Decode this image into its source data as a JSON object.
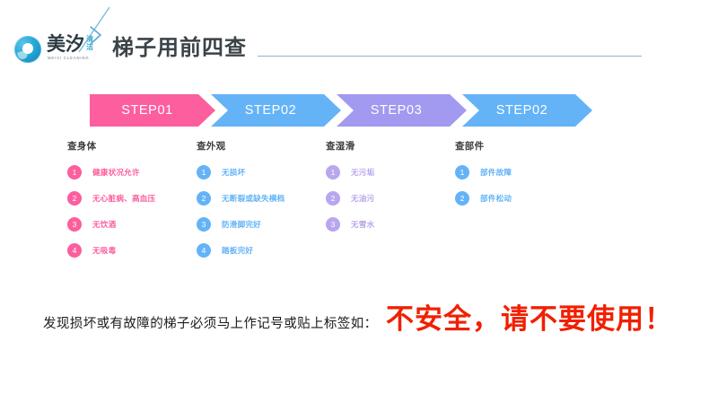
{
  "header": {
    "logo": {
      "mark_icon": "circle-wave-logo-icon",
      "brand_cn": "美汐",
      "brand_cn_sub": "清洁",
      "brand_latin": "MEIXI CLEANING",
      "slash_icon": "diagonal-slash-chevron-icon"
    },
    "title": "梯子用前四查"
  },
  "steps": [
    {
      "label": "STEP01",
      "color": "#fc5e9e"
    },
    {
      "label": "STEP02",
      "color": "#64b3f7"
    },
    {
      "label": "STEP03",
      "color": "#a299f0"
    },
    {
      "label": "STEP02",
      "color": "#64b3f7"
    }
  ],
  "columns": [
    {
      "title": "查身体",
      "color": "#fc5e9e",
      "items": [
        {
          "num": "1",
          "text": "健康状况允许"
        },
        {
          "num": "2",
          "text": "无心脏病、高血压"
        },
        {
          "num": "3",
          "text": "无饮酒"
        },
        {
          "num": "4",
          "text": "无吸毒"
        }
      ]
    },
    {
      "title": "查外观",
      "color": "#64b3f7",
      "items": [
        {
          "num": "1",
          "text": "无损坏"
        },
        {
          "num": "2",
          "text": "无断裂或缺失横档"
        },
        {
          "num": "3",
          "text": "防滑脚完好"
        },
        {
          "num": "4",
          "text": "踏板完好"
        }
      ]
    },
    {
      "title": "查湿滑",
      "color": "#b9a6ee",
      "items": [
        {
          "num": "1",
          "text": "无污垢"
        },
        {
          "num": "2",
          "text": "无油污"
        },
        {
          "num": "3",
          "text": "无雪水"
        }
      ]
    },
    {
      "title": "查部件",
      "color": "#64b3f7",
      "items": [
        {
          "num": "1",
          "text": "部件故障"
        },
        {
          "num": "2",
          "text": "部件松动"
        }
      ]
    }
  ],
  "footer": {
    "note": "发现损坏或有故障的梯子必须马上作记号或贴上标签如：",
    "warning": "不安全，请不要使用！",
    "warning_color": "#f02000"
  }
}
